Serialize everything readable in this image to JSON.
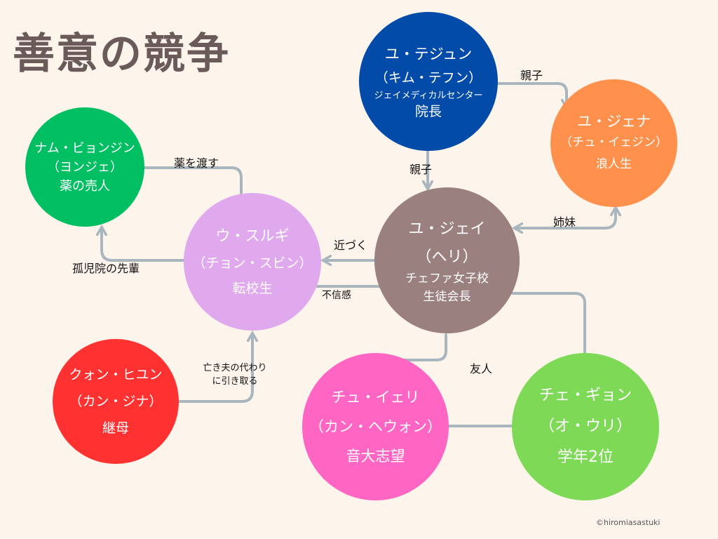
{
  "title": "善意の競争",
  "colors": {
    "background": "#fdf4ec",
    "link": "#a9b6bd",
    "title": "#6b5a5a"
  },
  "nodes": {
    "taejun": {
      "name": "ユ・テジュン",
      "actor": "（キム・テフン）",
      "role1": "ジェイメディカルセンター",
      "role2": "院長",
      "color": "#034ba9"
    },
    "jena": {
      "name": "ユ・ジェナ",
      "actor": "（チュ・イェジン）",
      "role": "浪人生",
      "color": "#ff914d"
    },
    "byeongjin": {
      "name": "ナム・ビョンジン",
      "actor": "（ヨンジェ）",
      "role": "薬の売人",
      "color": "#00bf63"
    },
    "seulgi": {
      "name": "ウ・スルギ",
      "actor": "（チョン・スビン）",
      "role": "転校生",
      "color": "#e0a9ee"
    },
    "jei": {
      "name": "ユ・ジェイ",
      "actor": "（ヘリ）",
      "role1": "チェファ女子校",
      "role2": "生徒会長",
      "color": "#9b8080"
    },
    "hyeyun": {
      "name": "クォン・ヒユン",
      "actor": "（カン・ジナ）",
      "role": "継母",
      "color": "#ff3131"
    },
    "yeri": {
      "name": "チュ・イェリ",
      "actor": "（カン・ヘウォン）",
      "role": "音大志望",
      "color": "#ff66c4"
    },
    "gyeong": {
      "name": "チェ・ギョン",
      "actor": "（オ・ウリ）",
      "role": "学年2位",
      "color": "#7ed957"
    }
  },
  "relations": {
    "drugs": "薬を渡す",
    "orphanage": "孤児院の先輩",
    "approach": "近づく",
    "distrust": "不信感",
    "parent1": "親子",
    "parent2": "親子",
    "sisters": "姉妹",
    "friends": "友人",
    "adopt1": "亡き夫の代わり",
    "adopt2": "に引き取る"
  },
  "credit": "©hiromiasastuki"
}
